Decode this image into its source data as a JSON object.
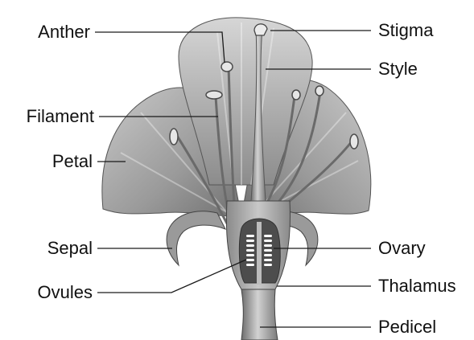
{
  "diagram": {
    "labels": {
      "anther": "Anther",
      "filament": "Filament",
      "petal": "Petal",
      "sepal": "Sepal",
      "ovules": "Ovules",
      "stigma": "Stigma",
      "style": "Style",
      "ovary": "Ovary",
      "thalamus": "Thalamus",
      "pedicel": "Pedicel"
    },
    "colors": {
      "petal_light": "#d9d9d9",
      "petal_mid": "#a9a9a9",
      "petal_dark": "#7e7e7e",
      "outline": "#4a4a4a",
      "text": "#111111"
    }
  }
}
